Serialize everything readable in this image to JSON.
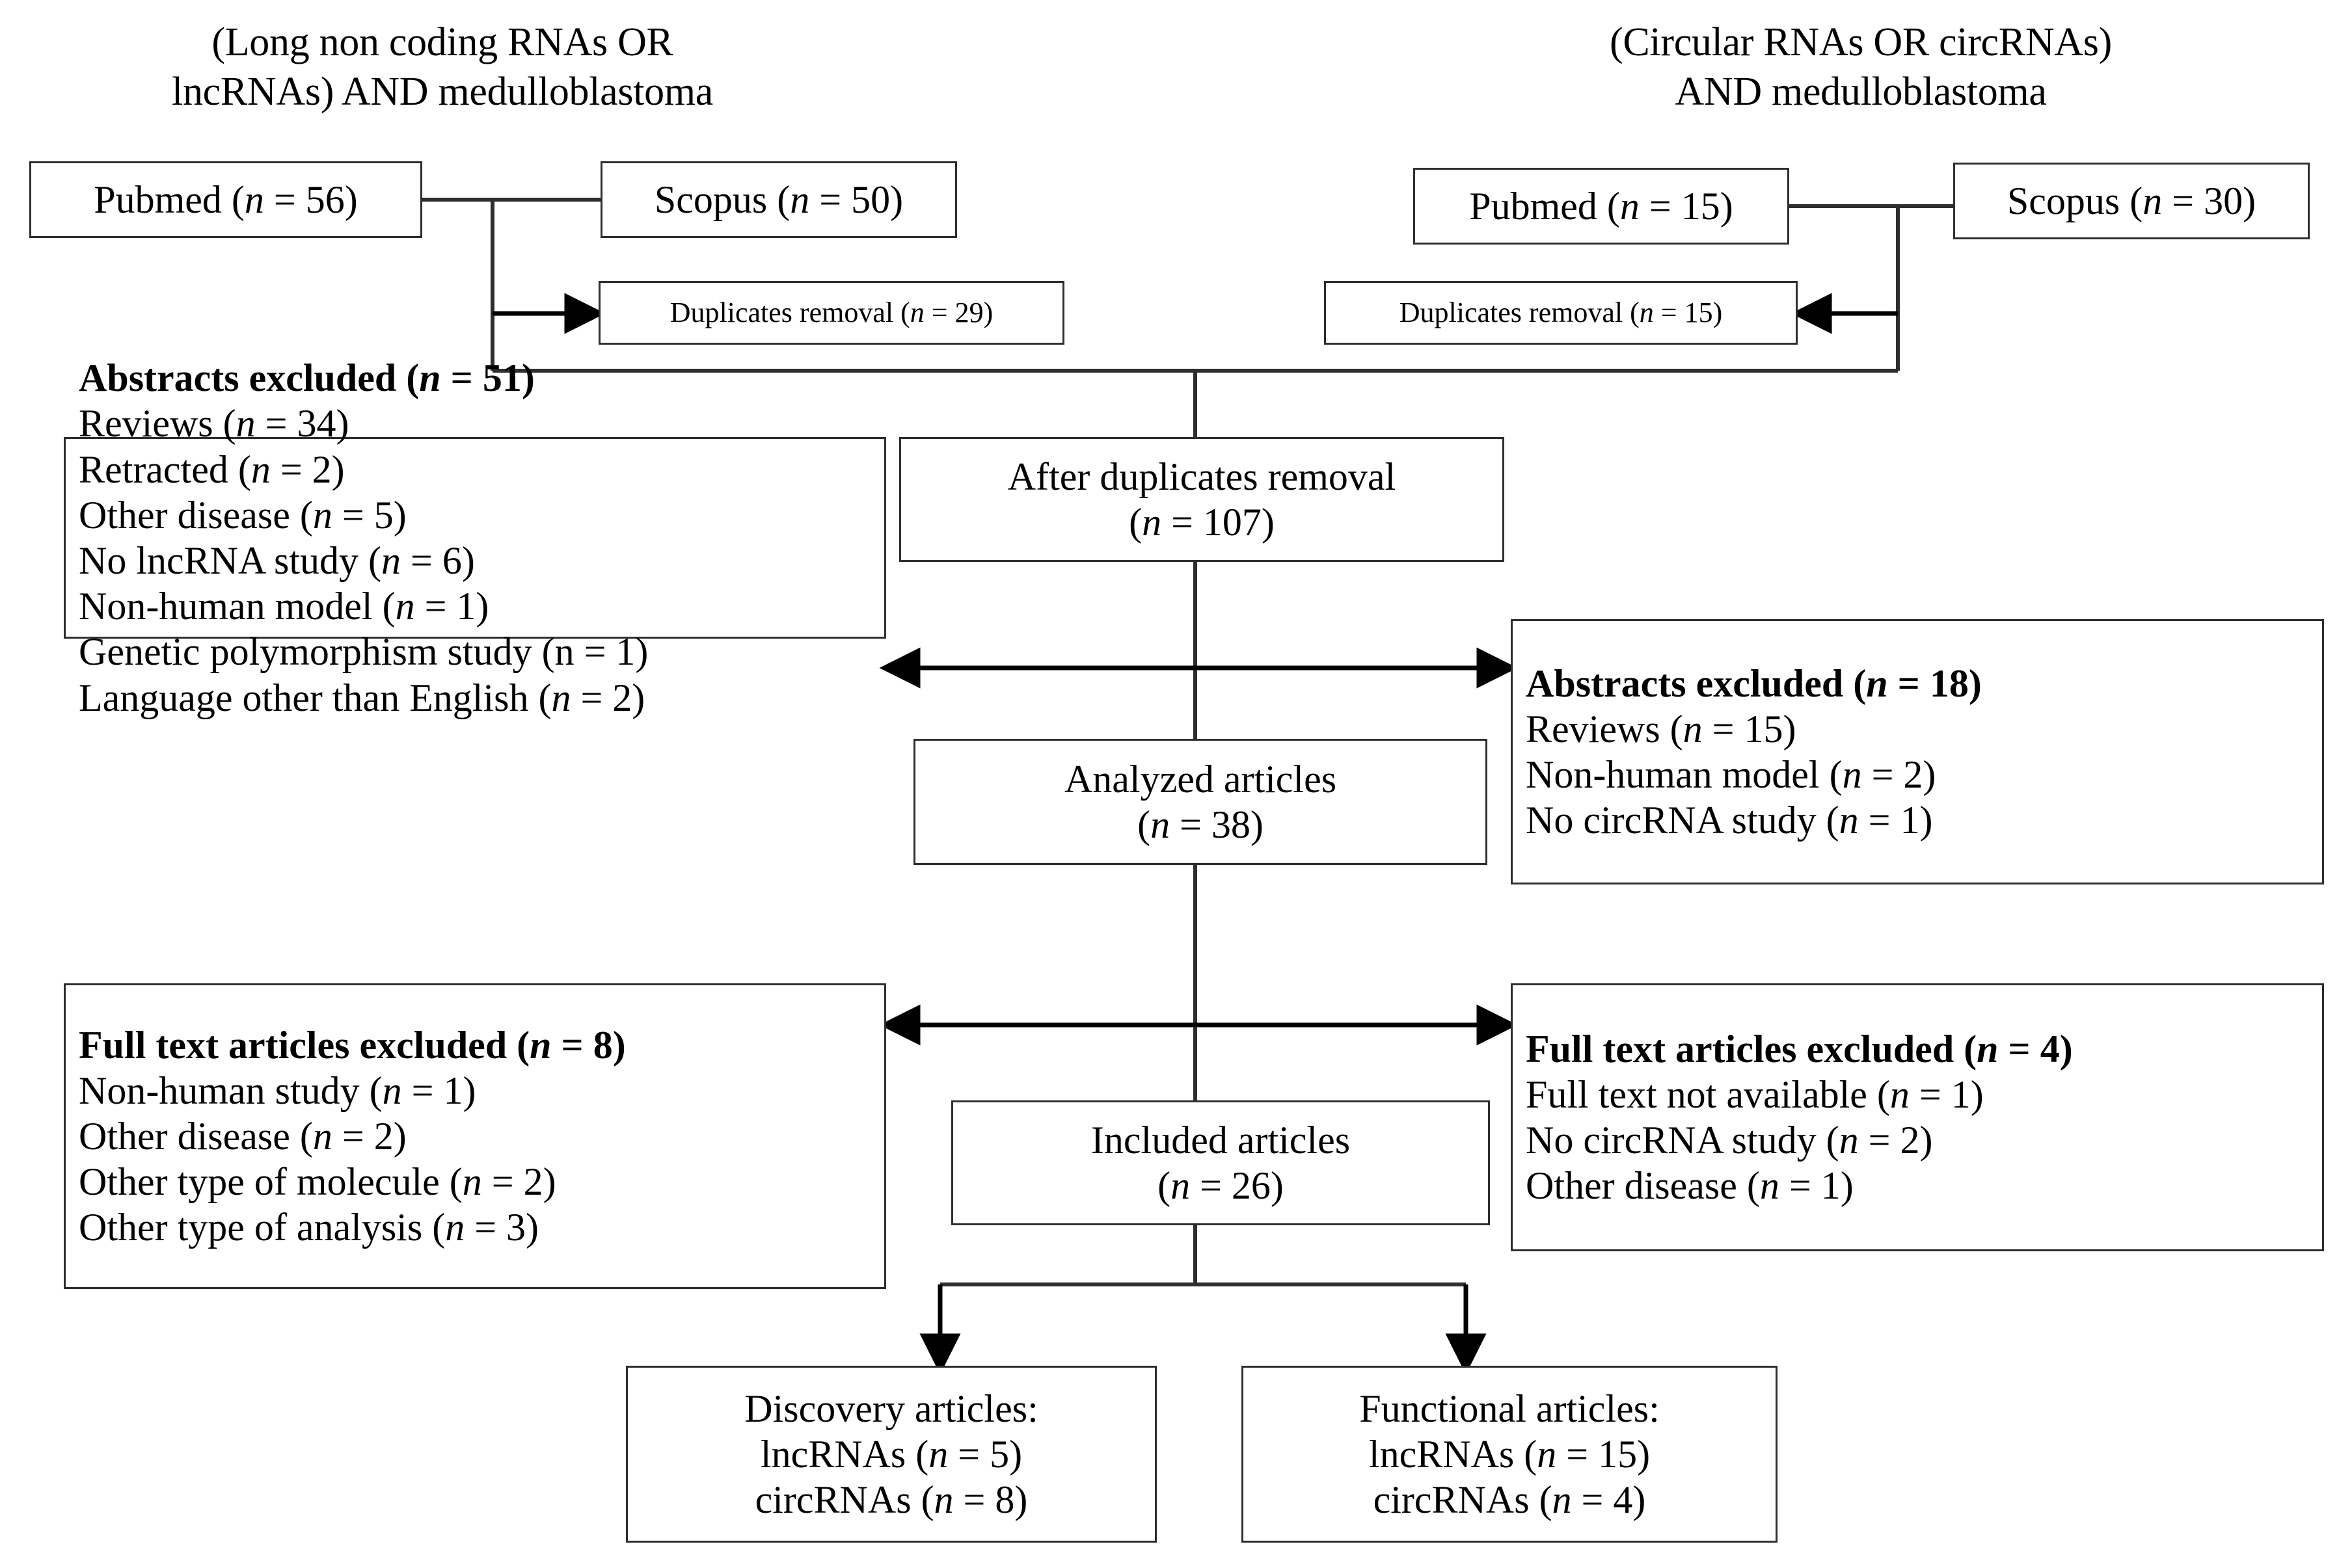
{
  "headings": {
    "left": "(Long non coding RNAs OR\nlncRNAs) AND medulloblastoma",
    "right": "(Circular RNAs OR circRNAs)\nAND medulloblastoma"
  },
  "sources": {
    "left_pubmed": "Pubmed (n = 56)",
    "left_scopus": "Scopus (n = 50)",
    "right_pubmed": "Pubmed (n = 15)",
    "right_scopus": "Scopus (n = 30)"
  },
  "duplicates": {
    "left": "Duplicates removal (n = 29)",
    "right": "Duplicates removal (n = 15)"
  },
  "after_duplicates": {
    "line1": "After duplicates removal",
    "line2": "(n = 107)"
  },
  "analyzed": {
    "line1": "Analyzed articles",
    "line2": "(n = 38)"
  },
  "included": {
    "line1": "Included articles",
    "line2": "(n = 26)"
  },
  "abstracts_excluded_left": {
    "title": "Abstracts excluded (n = 51)",
    "reasons": [
      "Reviews (n = 34)",
      "Retracted (n = 2)",
      "Other disease (n = 5)",
      "No lncRNA study (n = 6)",
      "Non-human model (n = 1)",
      "Genetic polymorphism study (n = 1)",
      "Language other than English (n = 2)"
    ]
  },
  "abstracts_excluded_right": {
    "title": "Abstracts excluded (n = 18)",
    "reasons": [
      "Reviews (n = 15)",
      "Non-human model (n = 2)",
      "No circRNA study (n = 1)"
    ]
  },
  "fulltext_excluded_left": {
    "title": "Full text articles excluded (n = 8)",
    "reasons": [
      "Non-human study (n = 1)",
      "Other disease (n = 2)",
      "Other type of molecule (n = 2)",
      "Other type of analysis (n = 3)"
    ]
  },
  "fulltext_excluded_right": {
    "title": "Full text articles excluded (n = 4)",
    "reasons": [
      "Full text not available (n = 1)",
      "No circRNA study (n = 2)",
      "Other disease (n = 1)"
    ]
  },
  "discovery": {
    "line1": "Discovery articles:",
    "line2": "lncRNAs (n = 5)",
    "line3": "circRNAs (n = 8)"
  },
  "functional": {
    "line1": "Functional articles:",
    "line2": "lncRNAs (n = 15)",
    "line3": "circRNAs (n = 4)"
  },
  "colors": {
    "stroke": "#2e2e2e",
    "background": "#ffffff",
    "text": "#000000"
  }
}
